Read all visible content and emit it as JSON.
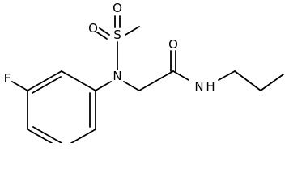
{
  "molecule": {
    "atom_labels": {
      "sulfur": "S",
      "oxygen_left": "O",
      "oxygen_top": "O",
      "nitrogen_sulfonamide": "N",
      "fluorine": "F",
      "oxygen_carbonyl": "O",
      "nitrogen_amide": "N",
      "hydrogen_amide": "H"
    },
    "bond_color": "#000000",
    "label_color": "#000000",
    "background": "#ffffff"
  }
}
